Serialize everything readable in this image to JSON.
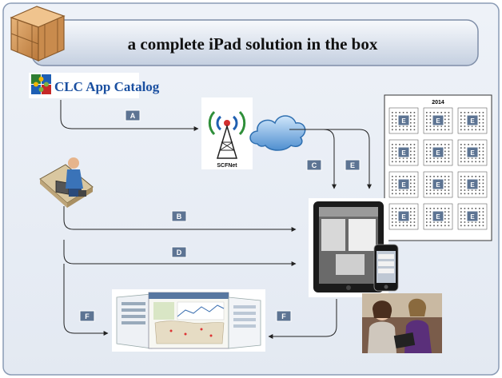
{
  "title": "a complete iPad solution in the box",
  "logo_text": "CLC App Catalog",
  "network_label": "SCFNet",
  "calendar_year": "2014",
  "calendar_cell_label": "E",
  "connector_labels": {
    "a": "A",
    "b": "B",
    "c": "C",
    "d": "D",
    "e": "E",
    "f_left": "F",
    "f_right": "F"
  },
  "icons": {
    "box": "cardboard-box-icon",
    "logo": "puzzle-logo-icon",
    "tower": "radio-tower-icon",
    "cloud": "cloud-icon",
    "user": "desktop-user-icon",
    "tablet": "ipad-icon",
    "phone": "iphone-icon",
    "photo": "people-using-ipad-photo",
    "screens": "admin-console-screenshots"
  },
  "colors": {
    "panel_bg": "#e9eef6",
    "panel_border": "#8a9bb5",
    "banner_top": "#f4f7fb",
    "banner_bottom": "#c9d3e3",
    "label_box": "#5d7493",
    "arrow": "#222222"
  }
}
